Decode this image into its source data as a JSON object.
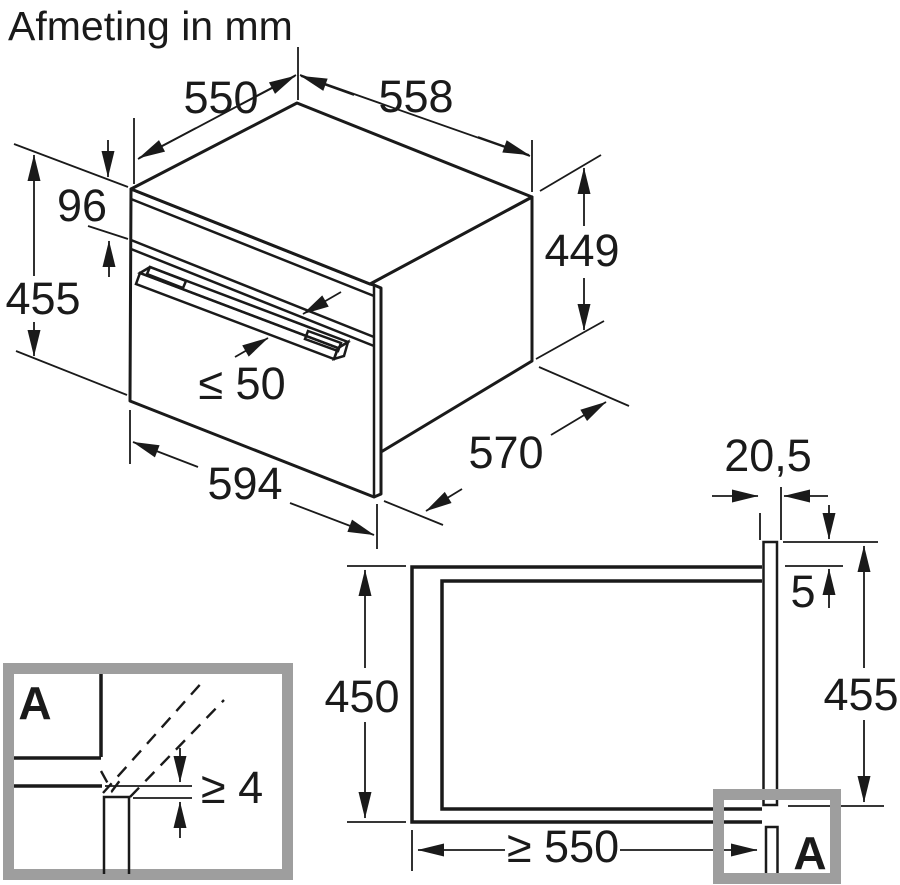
{
  "title": "Afmeting in mm",
  "isometric_view": {
    "dim_depth_top": "550",
    "dim_width_top": "558",
    "dim_panel_height": "96",
    "dim_front_height": "455",
    "dim_body_height": "449",
    "dim_handle_depth": "≤ 50",
    "dim_front_width": "594",
    "dim_body_depth": "570"
  },
  "niche_view": {
    "dim_front_overhang": "20,5",
    "dim_top_clearance": "5",
    "dim_niche_height": "450",
    "dim_front_height": "455",
    "dim_niche_depth": "≥ 550",
    "detail_marker": "A"
  },
  "detail_view": {
    "label": "A",
    "dim_door_clearance": "≥ 4"
  },
  "colors": {
    "line": "#1a1a1a",
    "detail_frame_gray": "#9e9e9e",
    "background": "#ffffff"
  }
}
